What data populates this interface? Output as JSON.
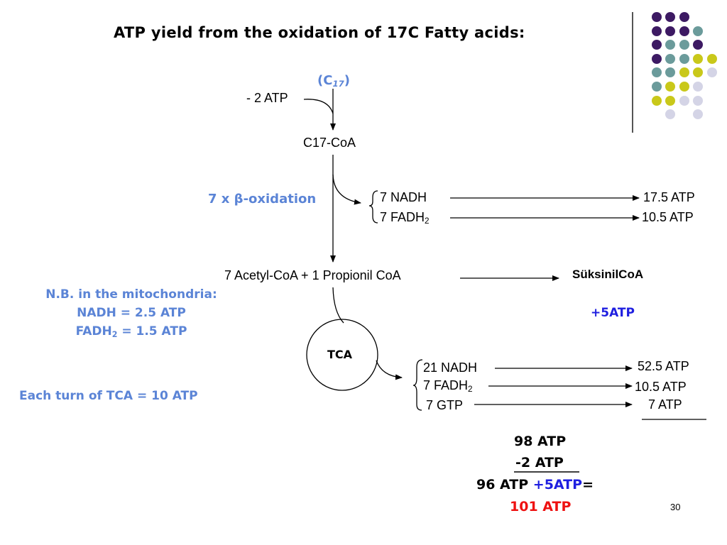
{
  "title": "ATP yield from the oxidation of 17C Fatty acids:",
  "substrate": {
    "label": "(C",
    "sub": "17",
    "close": ")"
  },
  "activation_cost": "- 2 ATP",
  "acyl_coa": "C17-CoA",
  "beta_oxidation": {
    "prefix": "7 x ",
    "beta": "β",
    "suffix": "-oxidation"
  },
  "beta_products": {
    "nadh": "7 NADH",
    "fadh_prefix": "7 FADH",
    "fadh_sub": "2",
    "nadh_atp": "17.5 ATP",
    "fadh_atp": "10.5 ATP"
  },
  "cleavage_products": "7 Acetyl-CoA +  1 Propionil CoA",
  "propionyl_product": "SüksinilCoA",
  "propionyl_atp": "+5ATP",
  "note": {
    "line1": "N.B. in the mitochondria:",
    "line2": "NADH = 2.5 ATP",
    "line3_prefix": "FADH",
    "line3_sub": "2",
    "line3_suffix": " = 1.5 ATP",
    "line4": "Each turn of TCA = 10 ATP"
  },
  "tca": {
    "label": "TCA",
    "nadh": "21 NADH",
    "fadh_prefix": "7 FADH",
    "fadh_sub": "2",
    "gtp": "7 GTP",
    "nadh_atp": "52.5 ATP",
    "fadh_atp": "10.5 ATP",
    "gtp_atp": "7 ATP"
  },
  "totals": {
    "sum": "98 ATP",
    "minus": "-2 ATP",
    "net_prefix": "96 ATP ",
    "net_bonus": "+5ATP",
    "net_eq": "=",
    "final": "101 ATP"
  },
  "slide_number": "30",
  "colors": {
    "note_blue": "#5b84d6",
    "bonus_blue": "#1f1fe0",
    "final_red": "#ee1111",
    "dot_purple": "#3d1a63",
    "dot_teal": "#6b9b9b",
    "dot_yellow": "#c9c81a",
    "dot_lavender": "#d4d4e6"
  }
}
